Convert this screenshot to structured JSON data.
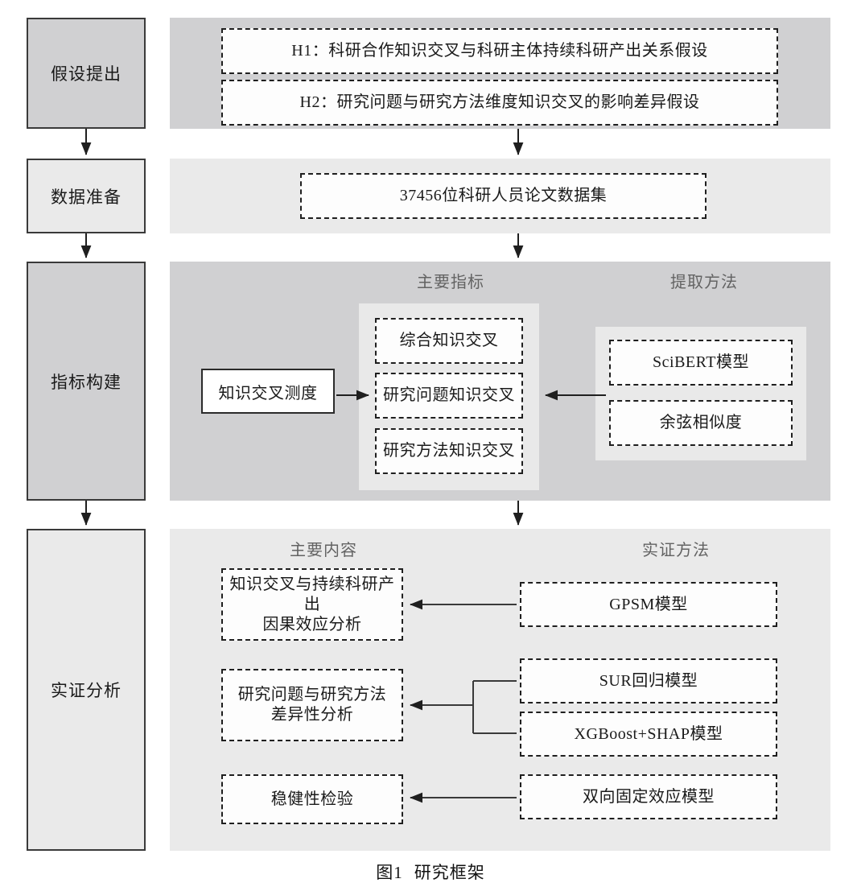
{
  "figure": {
    "caption_number": "图1",
    "caption_title": "研究框架"
  },
  "stages": [
    {
      "label": "假设提出"
    },
    {
      "label": "数据准备"
    },
    {
      "label": "指标构建"
    },
    {
      "label": "实证分析"
    }
  ],
  "hypothesis_section": {
    "items": [
      {
        "label": "H1：科研合作知识交叉与科研主体持续科研产出关系假设"
      },
      {
        "label": "H2：研究问题与研究方法维度知识交叉的影响差异假设"
      }
    ]
  },
  "data_section": {
    "items": [
      {
        "label": "37456位科研人员论文数据集"
      }
    ]
  },
  "indicator_section": {
    "headers": {
      "main": "主要指标",
      "method": "提取方法"
    },
    "measure_box": "知识交叉测度",
    "indicators": [
      {
        "label": "综合知识交叉"
      },
      {
        "label": "研究问题知识交叉"
      },
      {
        "label": "研究方法知识交叉"
      }
    ],
    "methods": [
      {
        "label": "SciBERT模型"
      },
      {
        "label": "余弦相似度"
      }
    ]
  },
  "empirical_section": {
    "headers": {
      "content": "主要内容",
      "method": "实证方法"
    },
    "contents": [
      {
        "label": "知识交叉与持续科研产出\n因果效应分析"
      },
      {
        "label": "研究问题与研究方法\n差异性分析"
      },
      {
        "label": "稳健性检验"
      }
    ],
    "methods": [
      {
        "label": "GPSM模型"
      },
      {
        "label": "SUR回归模型"
      },
      {
        "label": "XGBoost+SHAP模型"
      },
      {
        "label": "双向固定效应模型"
      }
    ]
  },
  "colors": {
    "panel_dark": "#d0d0d2",
    "panel_light": "#eaeaea",
    "subpanel": "#e9e9e9",
    "border_dark": "#1f1f1f",
    "header_text": "#636363"
  }
}
